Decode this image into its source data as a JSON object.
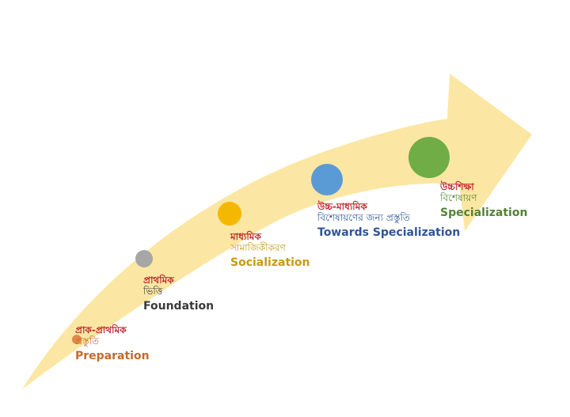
{
  "colors": {
    "arrow": "#fbe7a3",
    "heading_red": "#c0282e"
  },
  "stages": [
    {
      "key": "pre-primary",
      "title_bn": "প্রাক-প্রাথমিক",
      "subtitle_bn": "প্রস্তুতি",
      "label_en": "Preparation",
      "dot_color": "#e2894b",
      "text_color": "#c46a2a"
    },
    {
      "key": "primary",
      "title_bn": "প্রাথমিক",
      "subtitle_bn": "ভিত্তি",
      "label_en": "Foundation",
      "dot_color": "#a6a6a6",
      "text_color": "#3a3a3a"
    },
    {
      "key": "secondary",
      "title_bn": "মাধ্যমিক",
      "subtitle_bn": "সামাজিকীকরণ",
      "label_en": "Socialization",
      "dot_color": "#f5b800",
      "text_color": "#c59a14"
    },
    {
      "key": "higher-secondary",
      "title_bn": "উচ্চ-মাধ্যমিক",
      "subtitle_bn": "বিশেষায়ণের জন্য প্রস্তুতি",
      "label_en": "Towards Specialization",
      "dot_color": "#5b9bd5",
      "text_color": "#2f5597"
    },
    {
      "key": "higher-education",
      "title_bn": "উচ্চশিক্ষা",
      "subtitle_bn": "বিশেষায়ণ",
      "label_en": "Specialization",
      "dot_color": "#70ad47",
      "text_color": "#548235"
    }
  ]
}
